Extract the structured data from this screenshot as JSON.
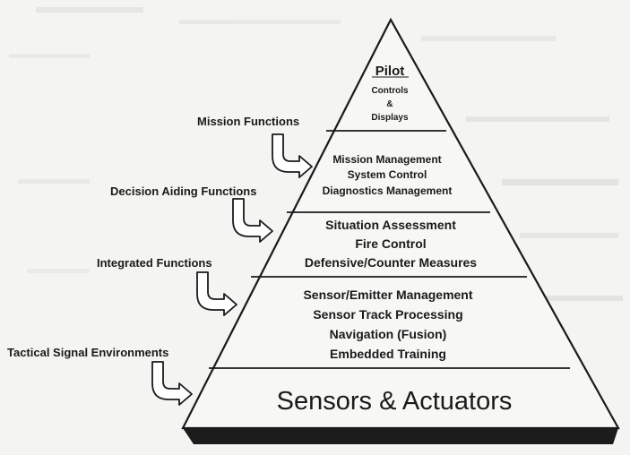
{
  "pyramid": {
    "apex": {
      "title": "Pilot",
      "lines": [
        "Controls",
        "&",
        "Displays"
      ]
    },
    "tiers": [
      {
        "lines": [
          "Mission Management",
          "System Control",
          "Diagnostics Management"
        ]
      },
      {
        "lines": [
          "Situation Assessment",
          "Fire Control",
          "Defensive/Counter Measures"
        ]
      },
      {
        "lines": [
          "Sensor/Emitter Management",
          "Sensor Track Processing",
          "Navigation (Fusion)",
          "Embedded Training"
        ]
      }
    ],
    "base": {
      "label": "Sensors & Actuators"
    }
  },
  "side_labels": [
    {
      "text": "Mission Functions"
    },
    {
      "text": "Decision Aiding Functions"
    },
    {
      "text": "Integrated Functions"
    },
    {
      "text": "Tactical Signal Environments"
    }
  ],
  "colors": {
    "background": "#f4f4f2",
    "outline": "#1a1a1a",
    "base_shadow": "#1c1c1c",
    "text": "#1a1a1a"
  }
}
